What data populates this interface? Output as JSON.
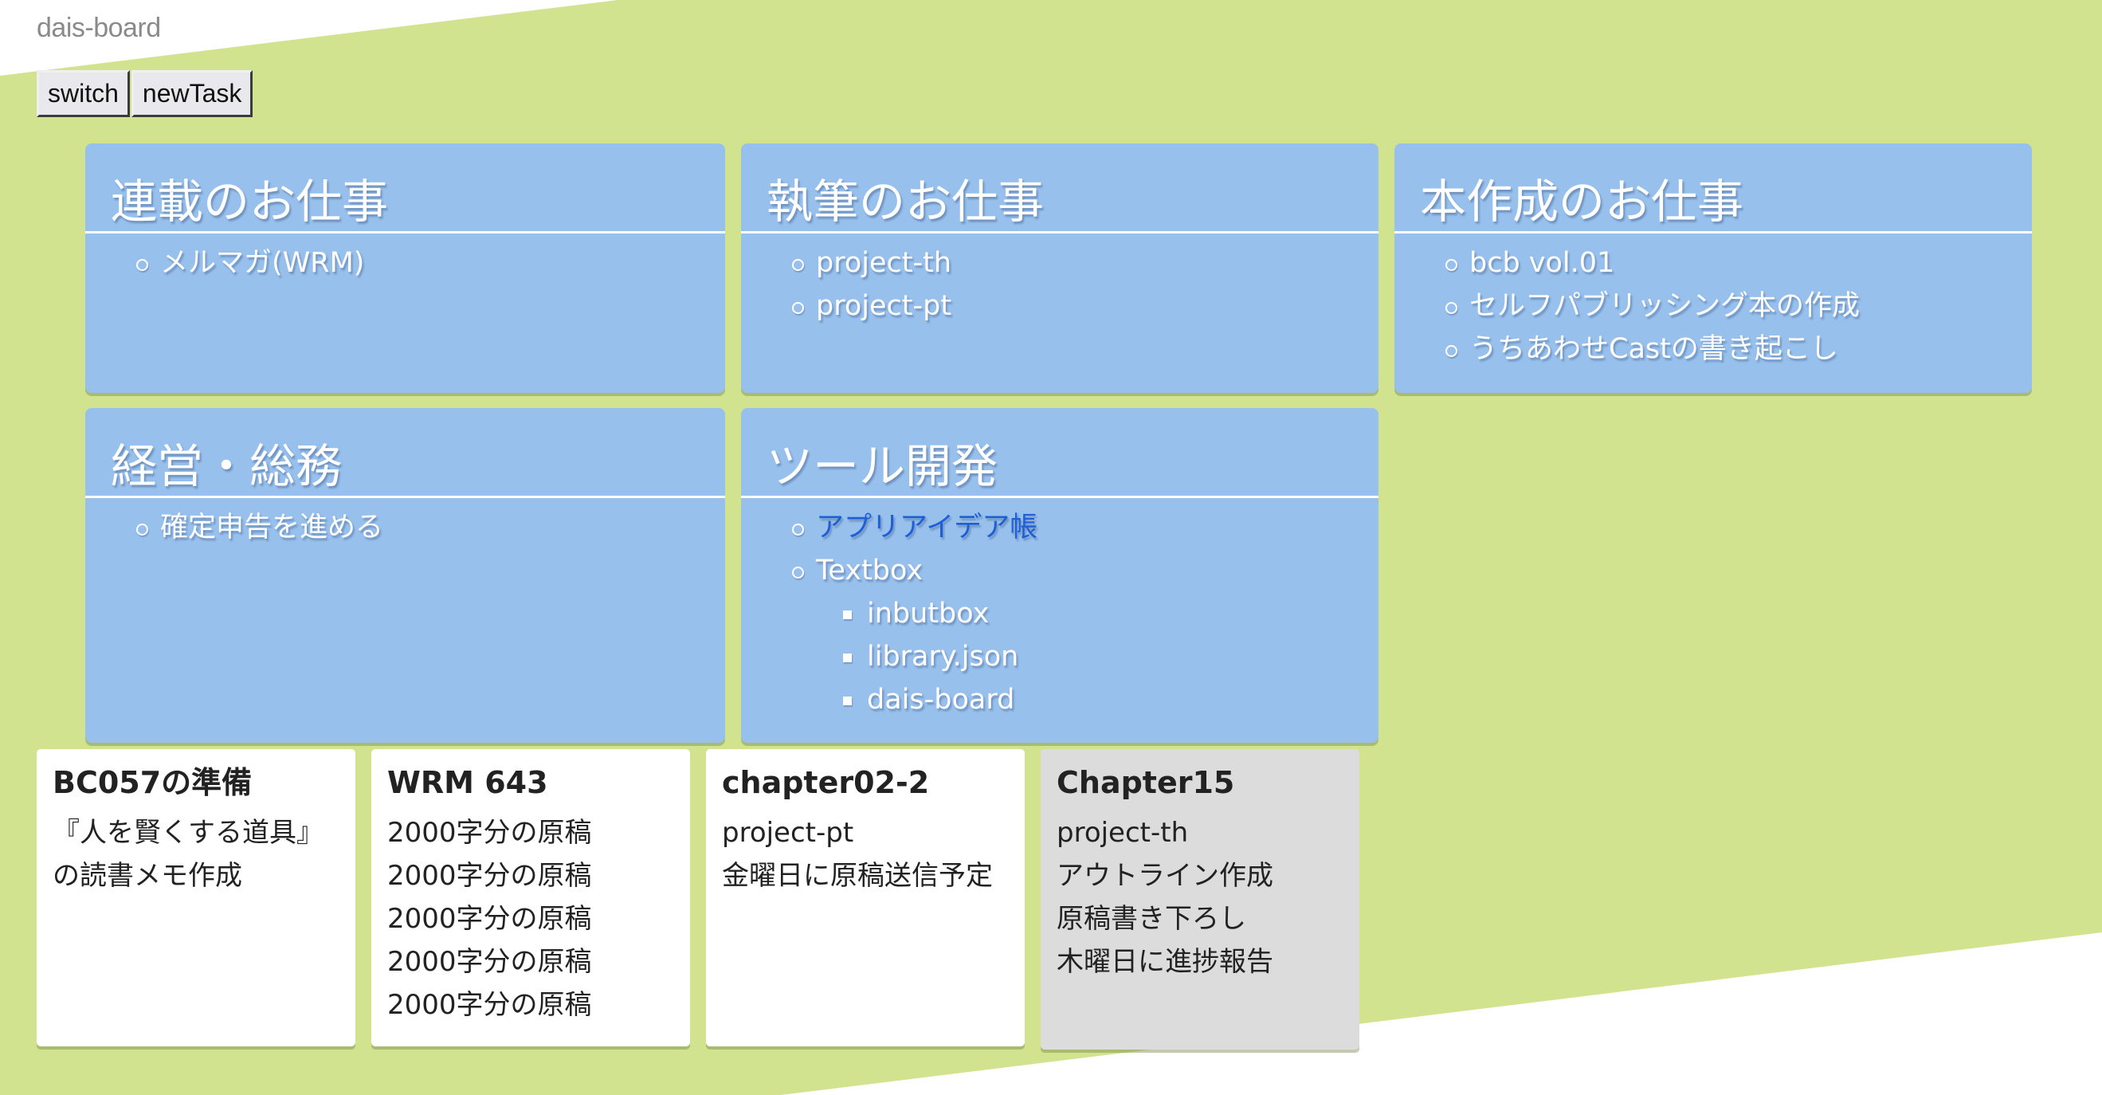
{
  "app": {
    "title": "dais-board"
  },
  "toolbar": {
    "switch_label": "switch",
    "new_task_label": "newTask"
  },
  "colors": {
    "background_green": "#d2e38f",
    "background_white": "#ffffff",
    "category_blue": "#98c0ec",
    "link_blue": "#1f5fd6",
    "task_card": "#ffffff",
    "task_card_done": "#dcdcdc"
  },
  "categories": [
    {
      "title": "連載のお仕事",
      "items": [
        {
          "label": "メルマガ(WRM)"
        }
      ]
    },
    {
      "title": "執筆のお仕事",
      "items": [
        {
          "label": "project-th"
        },
        {
          "label": "project-pt"
        }
      ]
    },
    {
      "title": "本作成のお仕事",
      "items": [
        {
          "label": "bcb vol.01"
        },
        {
          "label": "セルフパブリッシング本の作成"
        },
        {
          "label": "うちあわせCastの書き起こし"
        }
      ]
    },
    {
      "title": "経営・総務",
      "items": [
        {
          "label": "確定申告を進める"
        }
      ]
    },
    {
      "title": "ツール開発",
      "items": [
        {
          "label": "アプリアイデア帳",
          "link": true
        },
        {
          "label": "Textbox",
          "children": [
            {
              "label": "inbutbox"
            },
            {
              "label": "library.json"
            },
            {
              "label": "dais-board"
            }
          ]
        }
      ]
    }
  ],
  "tasks": [
    {
      "title": "BC057の準備",
      "lines": [
        "『人を賢くする道具』",
        "の読書メモ作成"
      ],
      "done": false
    },
    {
      "title": "WRM 643",
      "lines": [
        "2000字分の原稿",
        "2000字分の原稿",
        "2000字分の原稿",
        "2000字分の原稿",
        "2000字分の原稿"
      ],
      "done": false
    },
    {
      "title": "chapter02-2",
      "lines": [
        "project-pt",
        "金曜日に原稿送信予定"
      ],
      "done": false
    },
    {
      "title": "Chapter15",
      "lines": [
        "project-th",
        "アウトライン作成",
        "原稿書き下ろし",
        "木曜日に進捗報告"
      ],
      "done": true
    }
  ]
}
